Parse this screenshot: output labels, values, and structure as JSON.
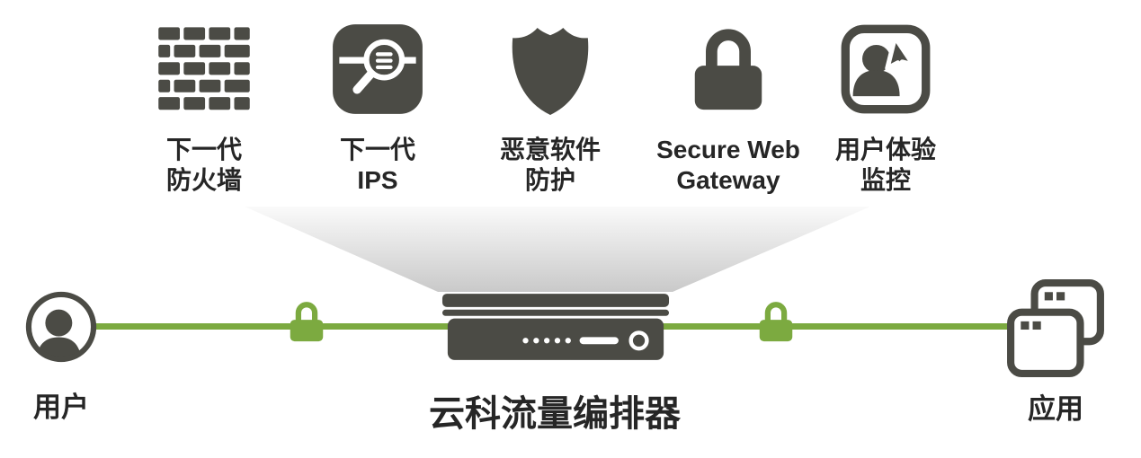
{
  "colors": {
    "icon_dark": "#4b4b45",
    "accent_green": "#7caa40",
    "label_text": "#262626",
    "funnel_gray": "#949494"
  },
  "services": [
    {
      "name": "next-gen-firewall",
      "icon": "firewall-icon",
      "line1": "下一代",
      "line2": "防火墙"
    },
    {
      "name": "next-gen-ips",
      "icon": "magnifier-ips-icon",
      "line1": "下一代",
      "line2": "IPS"
    },
    {
      "name": "malware-protection",
      "icon": "shield-icon",
      "line1": "恶意软件",
      "line2": "防护"
    },
    {
      "name": "secure-web-gateway",
      "icon": "padlock-icon",
      "line1": "Secure Web",
      "line2": "Gateway"
    },
    {
      "name": "user-experience-monitoring",
      "icon": "user-cursor-icon",
      "line1": "用户体验",
      "line2": "监控"
    }
  ],
  "flow": {
    "user_label": "用户",
    "orchestrator_label": "云科流量编排器",
    "apps_label": "应用",
    "left_lock_icon": "green-padlock-icon",
    "right_lock_icon": "green-padlock-icon",
    "device_icon": "network-appliance-icon"
  }
}
